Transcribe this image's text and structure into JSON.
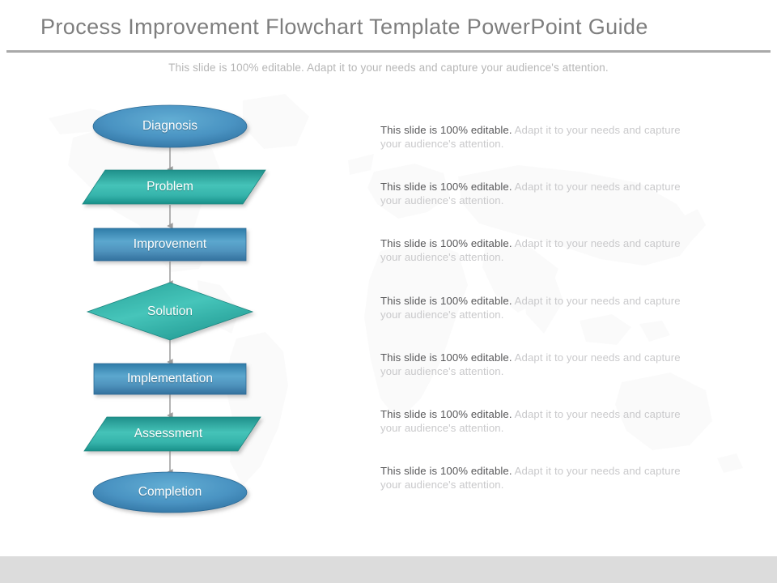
{
  "slide": {
    "title": "Process Improvement Flowchart Template PowerPoint Guide",
    "subtitle": "This slide is 100% editable. Adapt it to your needs and capture your audience's attention.",
    "background_watermark": "world-map",
    "accent_blue": "#3f87b8",
    "accent_teal": "#3bb3a9",
    "title_color": "#7e7e7e",
    "subtitle_color": "#b6b6b6",
    "bottom_band_color": "#dcdcdc",
    "rule_color": "#a9a9a9"
  },
  "flowchart": {
    "connector_color": "#9b9b9b",
    "steps": [
      {
        "label": "Diagnosis",
        "shape": "ellipse",
        "color": "blue"
      },
      {
        "label": "Problem",
        "shape": "parallelogram",
        "color": "teal"
      },
      {
        "label": "Improvement",
        "shape": "rectangle",
        "color": "blue"
      },
      {
        "label": "Solution",
        "shape": "diamond",
        "color": "teal"
      },
      {
        "label": "Implementation",
        "shape": "rectangle",
        "color": "blue"
      },
      {
        "label": "Assessment",
        "shape": "parallelogram",
        "color": "teal"
      },
      {
        "label": "Completion",
        "shape": "ellipse",
        "color": "blue"
      }
    ]
  },
  "notes": {
    "strong_text": "This slide is 100% editable.",
    "faint_text": "Adapt it to your needs and capture your audience's attention.",
    "items": [
      {
        "strong": "This slide is 100% editable.",
        "faint": "Adapt it to your needs and capture your audience's attention."
      },
      {
        "strong": "This slide is 100% editable.",
        "faint": "Adapt it to your needs and capture your audience's attention."
      },
      {
        "strong": "This slide is 100% editable.",
        "faint": "Adapt it to your needs and capture your audience's attention."
      },
      {
        "strong": "This slide is 100% editable.",
        "faint": "Adapt it to your needs and capture your audience's attention."
      },
      {
        "strong": "This slide is 100% editable.",
        "faint": "Adapt it to your needs and capture your audience's attention."
      },
      {
        "strong": "This slide is 100% editable.",
        "faint": "Adapt it to your needs and capture your audience's attention."
      },
      {
        "strong": "This slide is 100% editable.",
        "faint": "Adapt it to your needs and capture your audience's attention."
      }
    ]
  }
}
